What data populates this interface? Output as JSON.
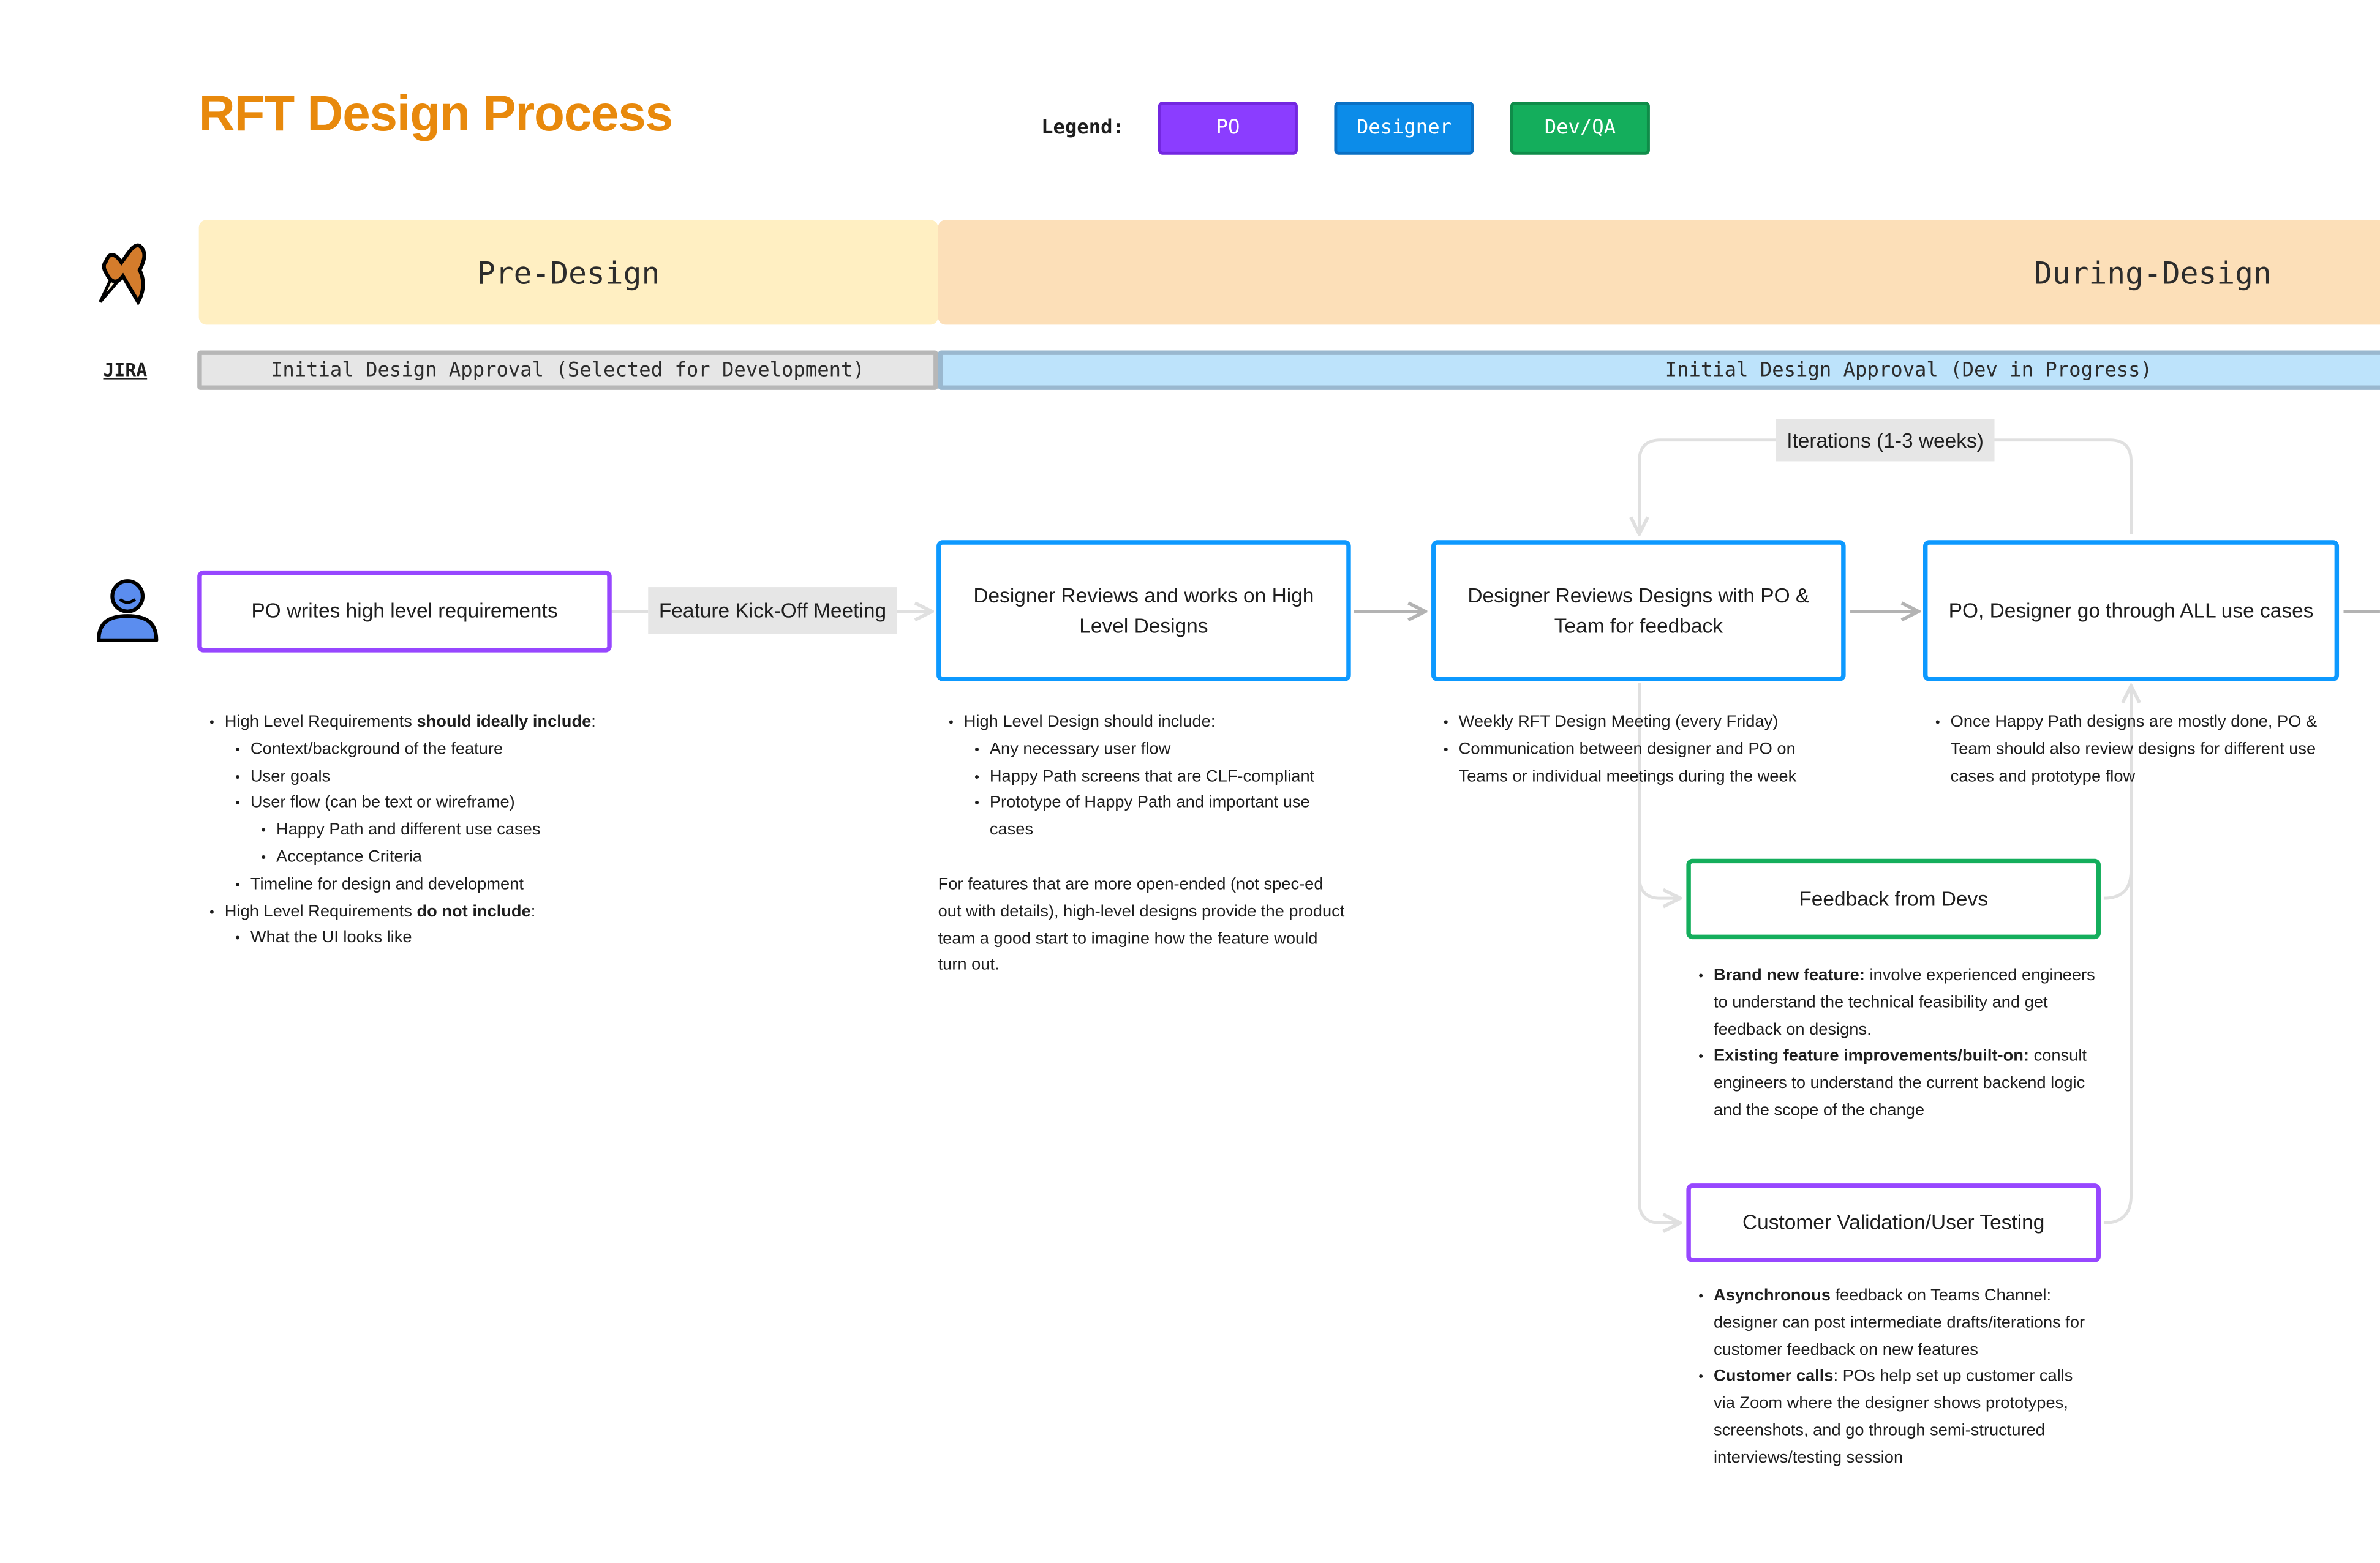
{
  "title": "RFT Design Process",
  "legend": {
    "label": "Legend:",
    "items": [
      {
        "label": "PO",
        "color": "#9747FF"
      },
      {
        "label": "Designer",
        "color": "#0D99FF"
      },
      {
        "label": "Dev/QA",
        "color": "#14AE5C"
      }
    ]
  },
  "phases": [
    {
      "label": "Pre-Design",
      "color": "#FFEFC2"
    },
    {
      "label": "During-Design",
      "color": "#FCDFB8"
    }
  ],
  "jira": {
    "label": "JIRA",
    "statuses": [
      "Initial Design Approval (Selected for Development)",
      "Initial Design Approval (Dev in Progress)"
    ]
  },
  "icons": {
    "phase_row": "pen-icon",
    "actor_row": "person-icon"
  },
  "nodes": {
    "po_requirements": "PO writes high level requirements",
    "kickoff": "Feature Kick-Off Meeting",
    "designer_reviews": "Designer Reviews and works on High Level Designs",
    "review_with_po": "Designer Reviews Designs with PO & Team for feedback",
    "use_cases": "PO, Designer go through ALL use cases",
    "iterations": "Iterations (1-3 weeks)",
    "feedback_devs": "Feedback from Devs",
    "customer_validation": "Customer Validation/User Testing"
  },
  "notes": {
    "requirements": {
      "a1": "High Level Requirements ",
      "a1b": "should ideally include",
      "a1c": ":",
      "a_items": [
        "Context/background of the feature",
        "User goals",
        "User flow (can be text or wireframe)"
      ],
      "a_sub": [
        "Happy Path and different use cases",
        "Acceptance Criteria"
      ],
      "a_last": "Timeline for design and development",
      "b1": "High Level Requirements ",
      "b1b": "do not include",
      "b1c": ":",
      "b_items": [
        "What the UI looks like"
      ]
    },
    "design": {
      "head": "High Level Design should include:",
      "items": [
        "Any necessary user flow",
        "Happy Path screens that are CLF-compliant",
        "Prototype of Happy Path and important use cases"
      ],
      "para": "For features that are more open-ended (not spec-ed out with details), high-level designs provide the product team a good start to imagine how the feature would turn out."
    },
    "review": [
      "Weekly RFT Design Meeting (every Friday)",
      "Communication between designer and PO on Teams or individual meetings during the week"
    ],
    "use_cases": [
      "Once Happy Path designs are mostly done, PO & Team should also review designs for different use cases and prototype flow"
    ],
    "devs": [
      {
        "bold": "Brand new feature:",
        "text": " involve experienced engineers to understand the technical feasibility and get feedback on designs."
      },
      {
        "bold": "Existing feature improvements/built-on:",
        "text": " consult engineers to understand the current backend logic and the scope of the change"
      }
    ],
    "customer": [
      {
        "bold": "Asynchronous",
        "text": " feedback on Teams Channel: designer can post intermediate drafts/iterations for customer feedback on new features"
      },
      {
        "bold": "Customer calls",
        "text": ": POs help set up customer calls via Zoom where the designer shows prototypes, screenshots, and go through semi-structured interviews/testing session"
      }
    ]
  }
}
